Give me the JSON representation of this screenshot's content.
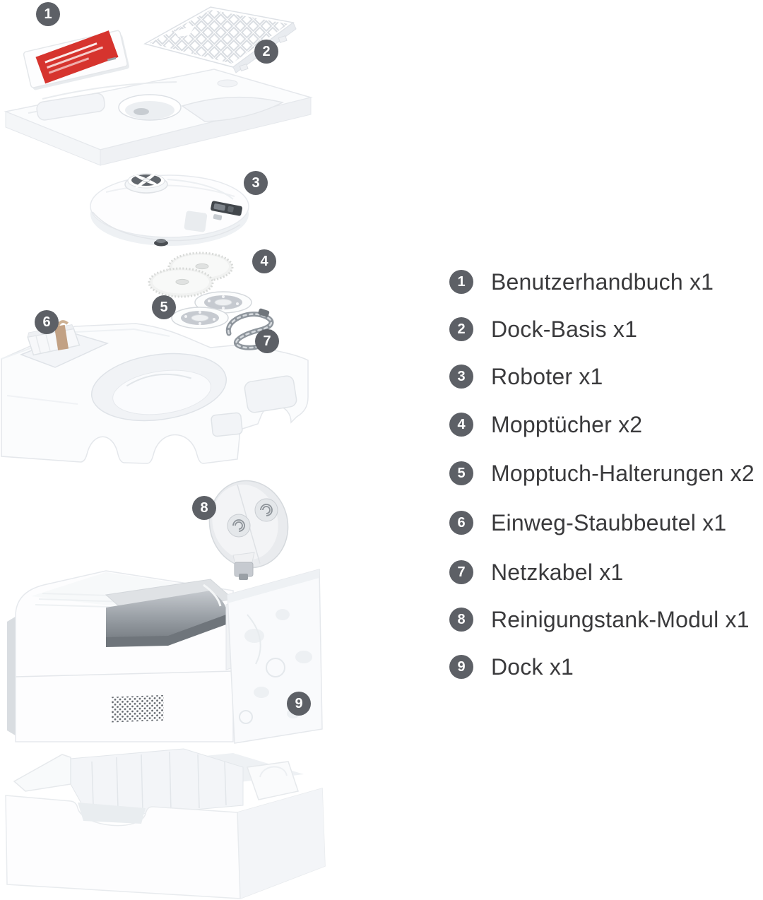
{
  "colors": {
    "c-badge": "#5d6066",
    "c-text": "#3a3a3c",
    "c-red": "#d6342e",
    "c-bg": "#ffffff"
  },
  "diagram": {
    "callouts": [
      "1",
      "2",
      "3",
      "4",
      "5",
      "6",
      "7",
      "8",
      "9"
    ]
  },
  "legend": {
    "items": [
      {
        "number": "1",
        "label": "Benutzerhandbuch",
        "qty": "x1"
      },
      {
        "number": "2",
        "label": "Dock-Basis",
        "qty": "x1"
      },
      {
        "number": "3",
        "label": "Roboter",
        "qty": "x1"
      },
      {
        "number": "4",
        "label": "Mopptücher",
        "qty": "x2"
      },
      {
        "number": "5",
        "label": "Mopptuch-Halterungen",
        "qty": "x2"
      },
      {
        "number": "6",
        "label": "Einweg-Staubbeutel",
        "qty": "x1"
      },
      {
        "number": "7",
        "label": "Netzkabel",
        "qty": "x1"
      },
      {
        "number": "8",
        "label": "Reinigungstank-Modul",
        "qty": "x1"
      },
      {
        "number": "9",
        "label": "Dock",
        "qty": "x1"
      }
    ]
  }
}
